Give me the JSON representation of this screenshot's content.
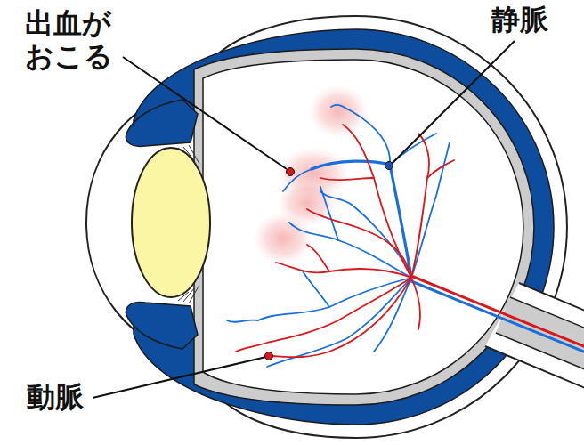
{
  "diagram": {
    "labels": [
      "出血が おこる",
      "静脈",
      "動脈"
    ]
  }
}
